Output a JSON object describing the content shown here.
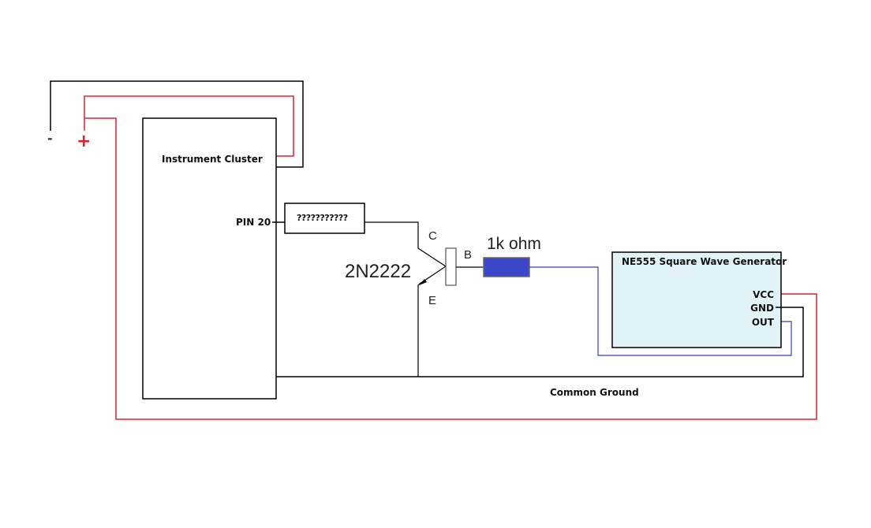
{
  "diagram": {
    "colors": {
      "wire_black": "#000000",
      "wire_red": "#d9232e",
      "wire_blue": "#3a3fb8",
      "resistor_fill": "#3c46c8",
      "ne555_fill": "#e2f3f8"
    },
    "battery": {
      "negative_label": "-",
      "positive_label": "+"
    },
    "instrument_cluster": {
      "title": "Instrument Cluster",
      "pin_label": "PIN 20"
    },
    "unknown_component": {
      "label": "???????????"
    },
    "transistor": {
      "part_number": "2N2222",
      "collector_label": "C",
      "base_label": "B",
      "emitter_label": "E"
    },
    "resistor": {
      "label": "1k ohm"
    },
    "ne555": {
      "title": "NE555 Square Wave Generator",
      "pins": [
        "VCC",
        "GND",
        "OUT"
      ]
    },
    "common_ground_label": "Common Ground"
  }
}
